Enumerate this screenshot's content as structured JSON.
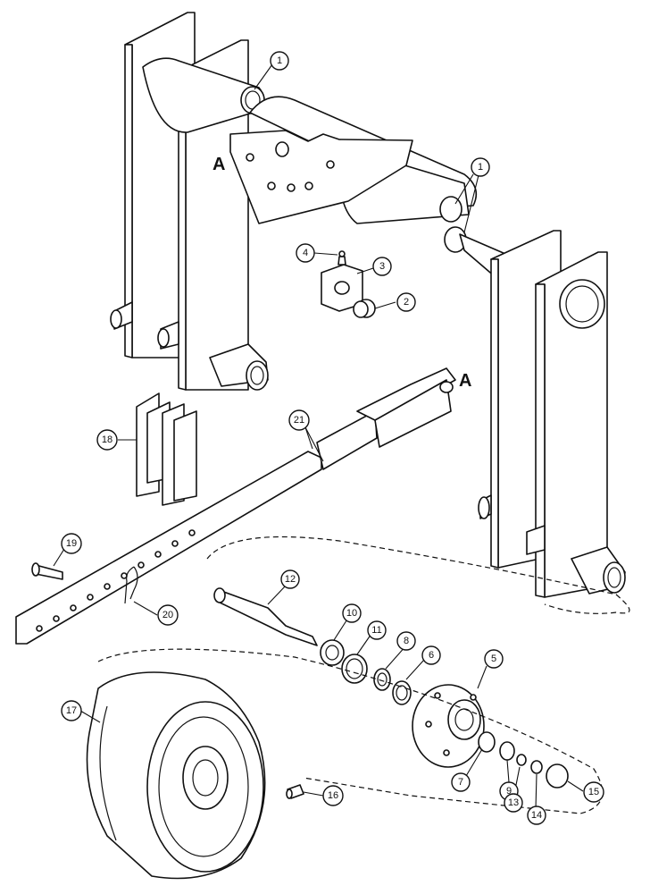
{
  "diagram": {
    "view_labels": [
      "A",
      "A"
    ],
    "callouts": [
      "1",
      "1",
      "2",
      "3",
      "4",
      "5",
      "6",
      "7",
      "8",
      "9",
      "10",
      "11",
      "12",
      "13",
      "14",
      "15",
      "16",
      "17",
      "18",
      "19",
      "20",
      "21"
    ]
  }
}
